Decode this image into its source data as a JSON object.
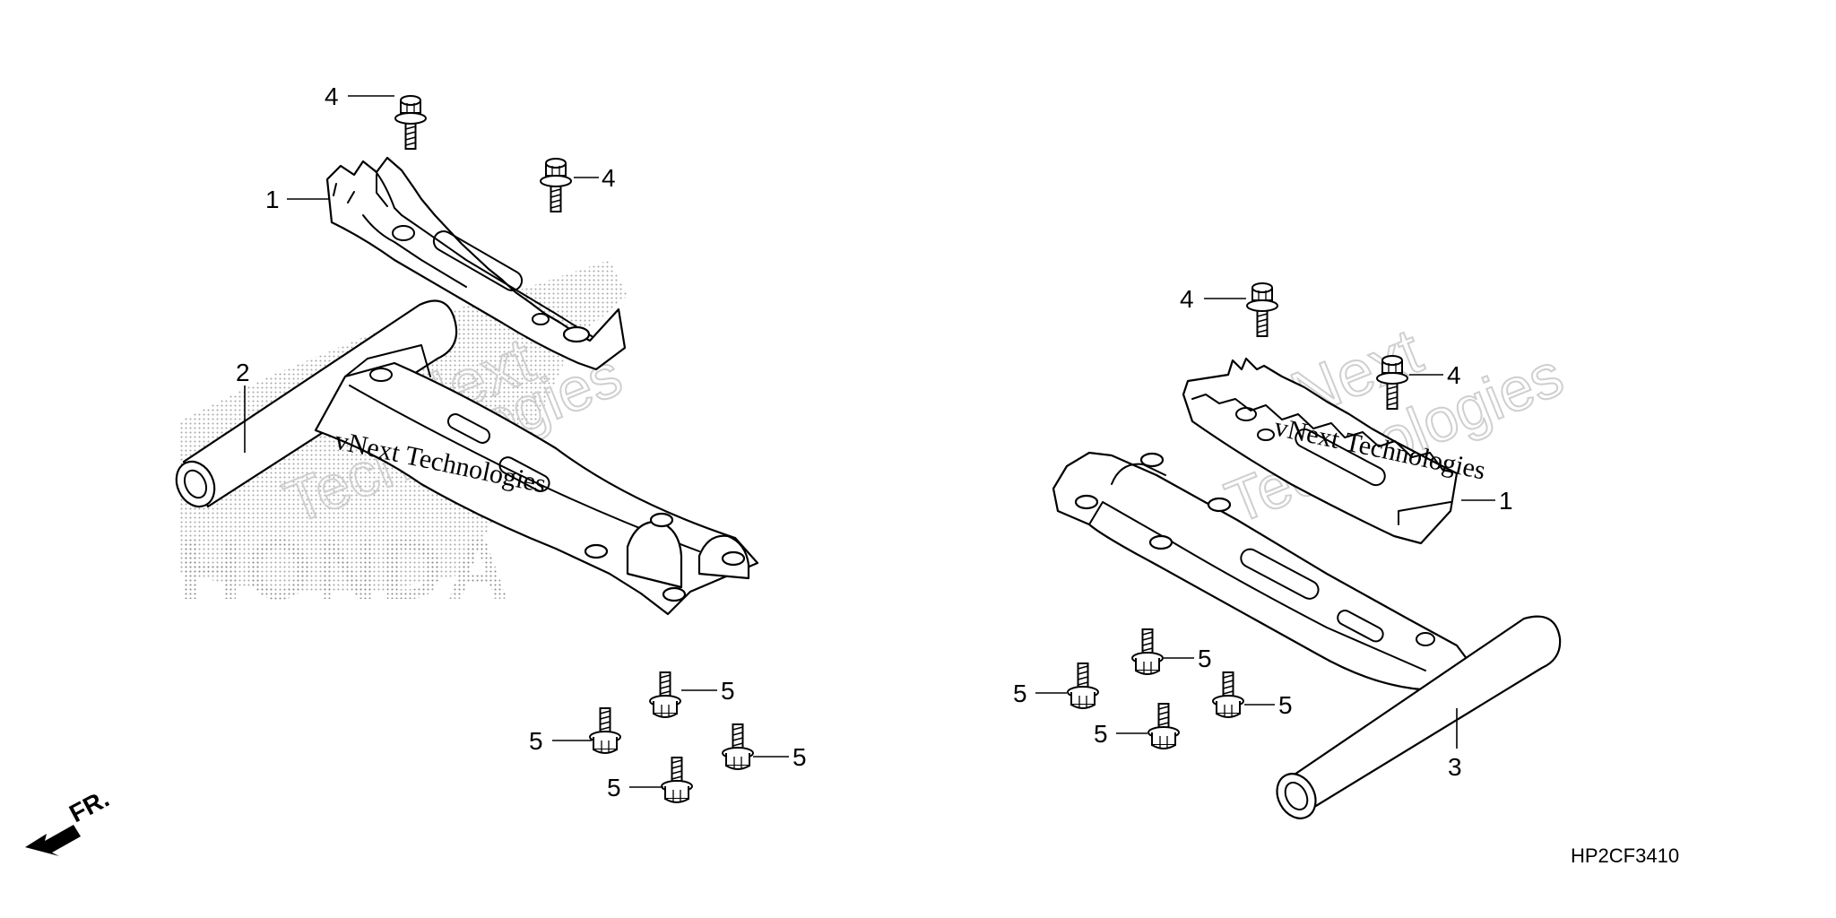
{
  "callouts": {
    "footpeg": "1",
    "left_bar": "2",
    "right_bar": "3",
    "flange_bolt": "4",
    "mount_bolt": "5"
  },
  "watermarks": {
    "brand_line": "vNext Technologies",
    "ghost_next": "vNext",
    "ghost_tech": "Technologies"
  },
  "logo_text": "HONDA",
  "direction": {
    "label": "FR.",
    "icon": "front-direction-arrow-icon"
  },
  "diagram_code": "HP2CF3410",
  "colors": {
    "line": "#000000",
    "background": "#ffffff",
    "shade": "#9a9a9a"
  }
}
